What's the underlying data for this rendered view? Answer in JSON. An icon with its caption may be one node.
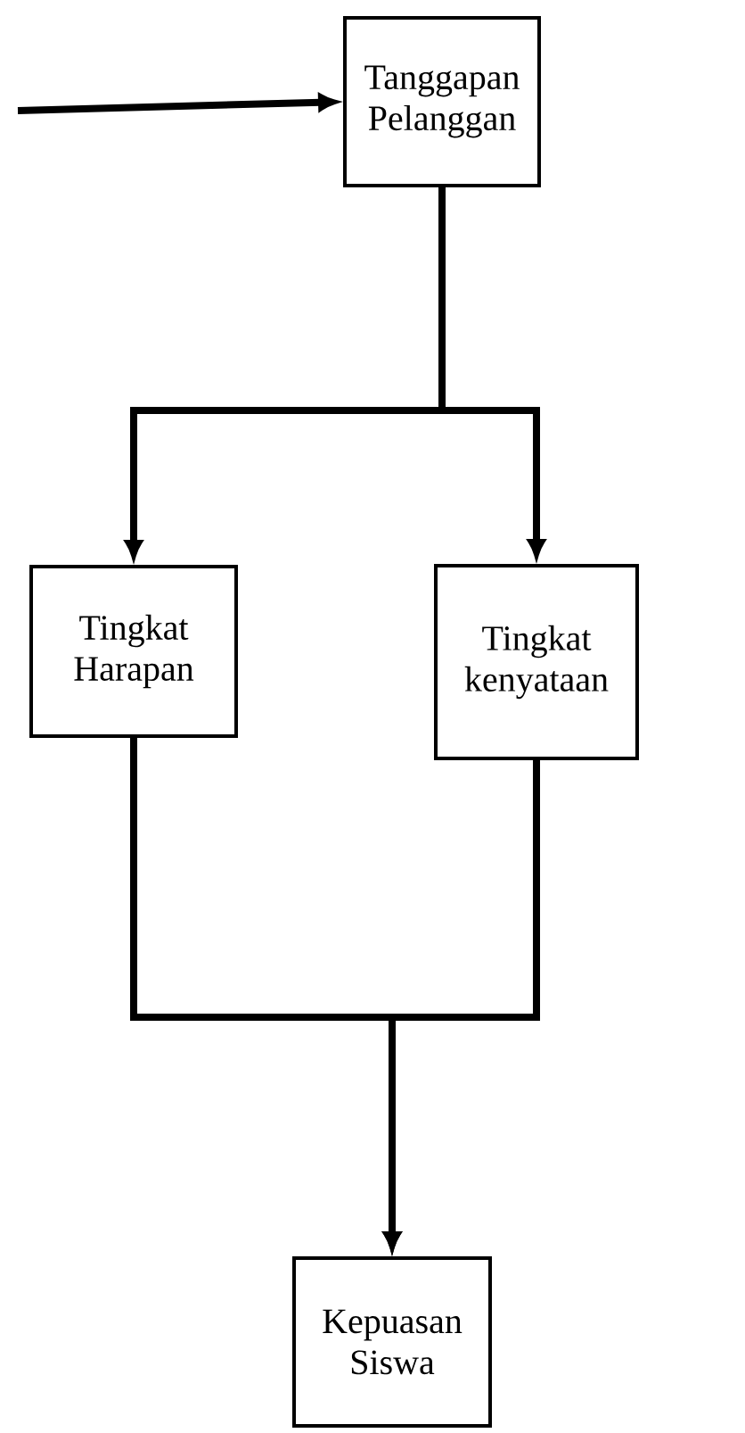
{
  "diagram": {
    "nodes": [
      {
        "text": [
          "Tanggapan Pelanggan"
        ]
      },
      {
        "text": [
          "Tingkat Harapan"
        ]
      },
      {
        "text": [
          "Tingkat kenyataan"
        ]
      },
      {
        "text": [
          "Kepuasan Siswa"
        ]
      }
    ],
    "edges": [
      {
        "from": null,
        "to": 0,
        "arrow": "to"
      },
      {
        "from": 0,
        "to": 1,
        "arrow": "to"
      },
      {
        "from": 0,
        "to": 2,
        "arrow": "to"
      },
      {
        "from": 1,
        "to": 3,
        "arrow": "to"
      },
      {
        "from": 2,
        "to": 3,
        "arrow": "to"
      }
    ]
  }
}
